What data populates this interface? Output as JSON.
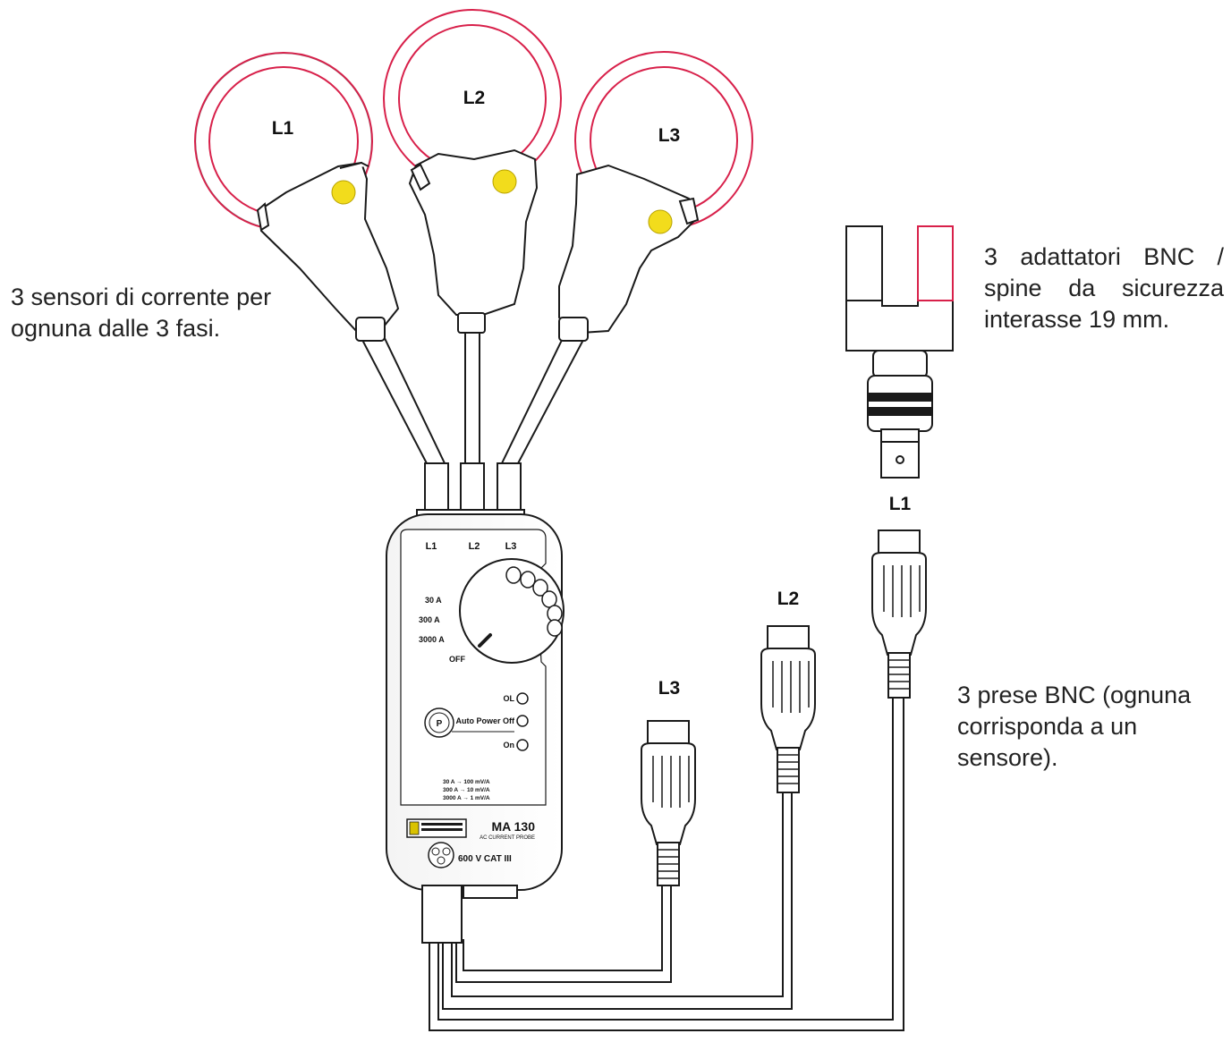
{
  "sensors": {
    "labels": [
      "L1",
      "L2",
      "L3"
    ],
    "description_lines": [
      "3 sensori di corrente per",
      "ognuna dalle 3 fasi."
    ]
  },
  "adapter": {
    "description_lines": [
      "3 adattatori BNC /",
      "spine da sicurezza",
      "interasse 19 mm."
    ],
    "label": "L1"
  },
  "bnc": {
    "labels": [
      "L3",
      "L2"
    ],
    "description_lines": [
      "3 prese BNC (ognuna",
      "corrisponda a un",
      "sensore)."
    ]
  },
  "device": {
    "channel_labels": [
      "L1",
      "L2",
      "L3"
    ],
    "range_labels": [
      "30 A",
      "300 A",
      "3000 A",
      "OFF"
    ],
    "indicator_labels": [
      "OL",
      "Auto Power Off",
      "On"
    ],
    "button_label": "P",
    "spec_lines": [
      "30 A → 100 mV/A",
      "300 A → 10 mV/A",
      "3000 A → 1 mV/A"
    ],
    "model": "MA 130",
    "model_subtitle": "AC CURRENT PROBE",
    "rating": "600 V CAT III"
  },
  "colors": {
    "loop": "#d8204a",
    "knob": "#f2dc1c",
    "outline": "#1a1a1a"
  }
}
